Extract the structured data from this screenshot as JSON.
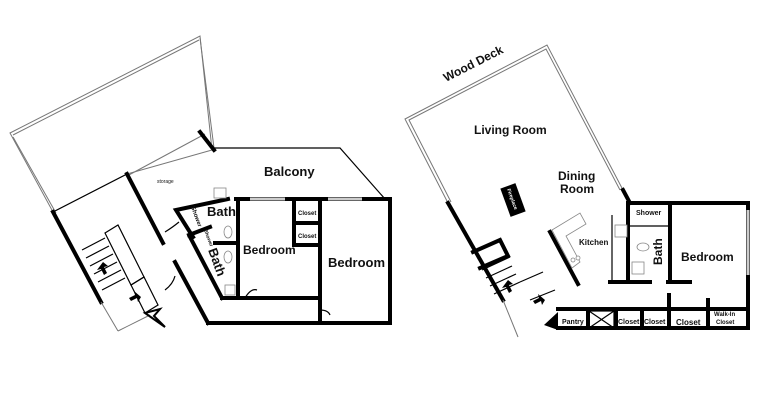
{
  "upper_floor": {
    "rooms": {
      "balcony": "Balcony",
      "storage": "storage",
      "bath_1": "Bath",
      "bath_2": "Bath",
      "shower_1": "Shower",
      "shower_2": "Shower",
      "bedroom_1": "Bedroom",
      "bedroom_2": "Bedroom",
      "closet_1": "Closet",
      "closet_2": "Closet"
    }
  },
  "main_floor": {
    "rooms": {
      "wood_deck": "Wood Deck",
      "living_room": "Living Room",
      "dining_room_1": "Dining",
      "dining_room_2": "Room",
      "fireplace": "Fireplace",
      "kitchen": "Kitchen",
      "shower": "Shower",
      "bath": "Bath",
      "bedroom": "Bedroom",
      "pantry": "Pantry",
      "closet_1": "Closet",
      "closet_2": "Closet",
      "closet_3": "Closet",
      "walk_in_closet_1": "Walk-In",
      "walk_in_closet_2": "Closet"
    }
  }
}
